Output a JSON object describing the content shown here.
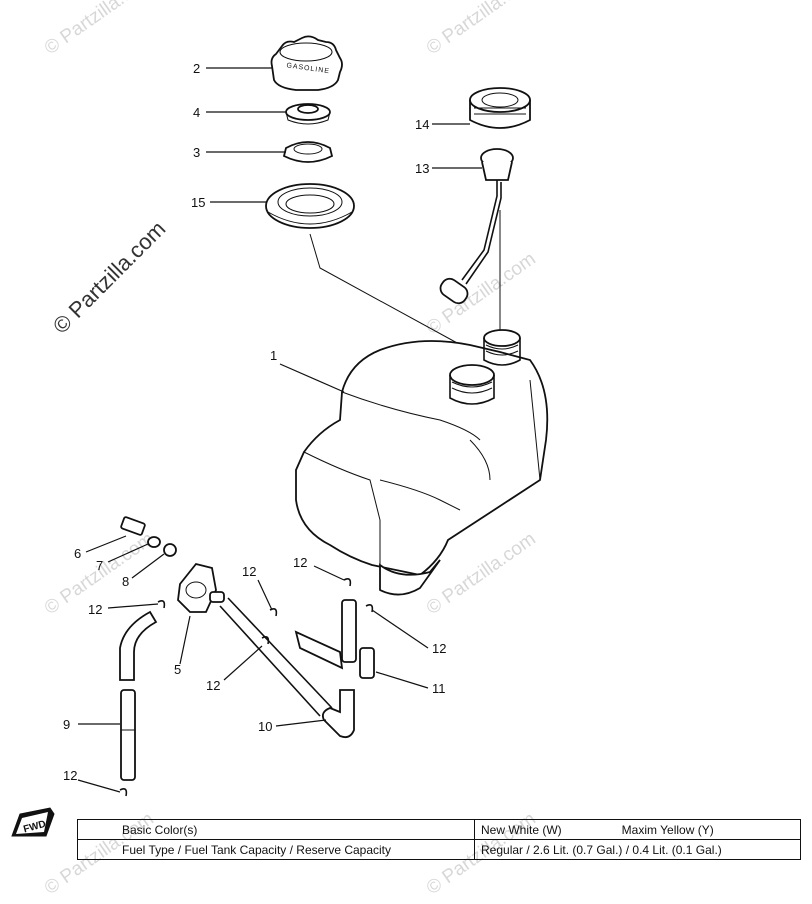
{
  "watermark": {
    "brand": "© Partzilla.com"
  },
  "cap_text": "GASOLINE",
  "fwd_label": "FWD",
  "callouts": {
    "p1": "1",
    "p2": "2",
    "p3": "3",
    "p4": "4",
    "p5": "5",
    "p6": "6",
    "p7": "7",
    "p8": "8",
    "p9": "9",
    "p10": "10",
    "p11": "11",
    "p12": "12",
    "p13": "13",
    "p14": "14",
    "p15": "15"
  },
  "spec_table": {
    "rows": [
      {
        "header": "Basic Color(s)",
        "value_a": "New White (W)",
        "value_b": "Maxim Yellow (Y)"
      },
      {
        "header": "Fuel Type / Fuel Tank Capacity / Reserve Capacity",
        "value_a": "Regular / 2.6 Lit. (0.7 Gal.) / 0.4 Lit. (0.1 Gal.)"
      }
    ]
  }
}
